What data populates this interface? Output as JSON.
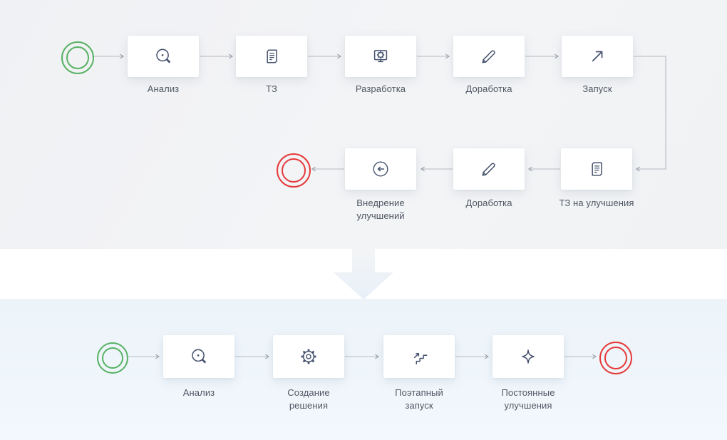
{
  "palette": {
    "background_top": "#f1f2f5",
    "background_band": "#ffffff",
    "background_bottom": "#eef4fa",
    "task_fill": "#ffffff",
    "icon_stroke": "#45526e",
    "label_text": "#4f5763",
    "connector": "#b5bac1",
    "start_event_green": "#57b163",
    "end_event_red": "#e63939",
    "transform_arrow_fill": "#eef2f7"
  },
  "top_flow": {
    "row1": [
      {
        "label": "Анализ",
        "icon": "magnifier-icon"
      },
      {
        "label": "ТЗ",
        "icon": "document-icon"
      },
      {
        "label": "Разработка",
        "icon": "monitor-gear-icon"
      },
      {
        "label": "Доработка",
        "icon": "pencil-icon"
      },
      {
        "label": "Запуск",
        "icon": "arrow-up-right-icon"
      }
    ],
    "row2": [
      {
        "label": "Внедрение\nулучшений",
        "icon": "arrow-left-circle-icon"
      },
      {
        "label": "Доработка",
        "icon": "pencil-icon"
      },
      {
        "label": "ТЗ на улучшения",
        "icon": "document-icon"
      }
    ]
  },
  "bottom_flow": {
    "nodes": [
      {
        "label": "Анализ",
        "icon": "magnifier-icon"
      },
      {
        "label": "Создание\nрешения",
        "icon": "gear-icon"
      },
      {
        "label": "Поэтапный\nзапуск",
        "icon": "stairs-arrow-icon"
      },
      {
        "label": "Постоянные\nулучшения",
        "icon": "sparkle-icon"
      }
    ]
  },
  "events": {
    "top_start": {
      "type": "start",
      "color": "#57b163"
    },
    "top_end": {
      "type": "end",
      "color": "#e63939"
    },
    "bottom_start": {
      "type": "start",
      "color": "#57b163"
    },
    "bottom_end": {
      "type": "end",
      "color": "#e63939"
    }
  },
  "transform": {
    "icon": "big-down-arrow-icon"
  }
}
